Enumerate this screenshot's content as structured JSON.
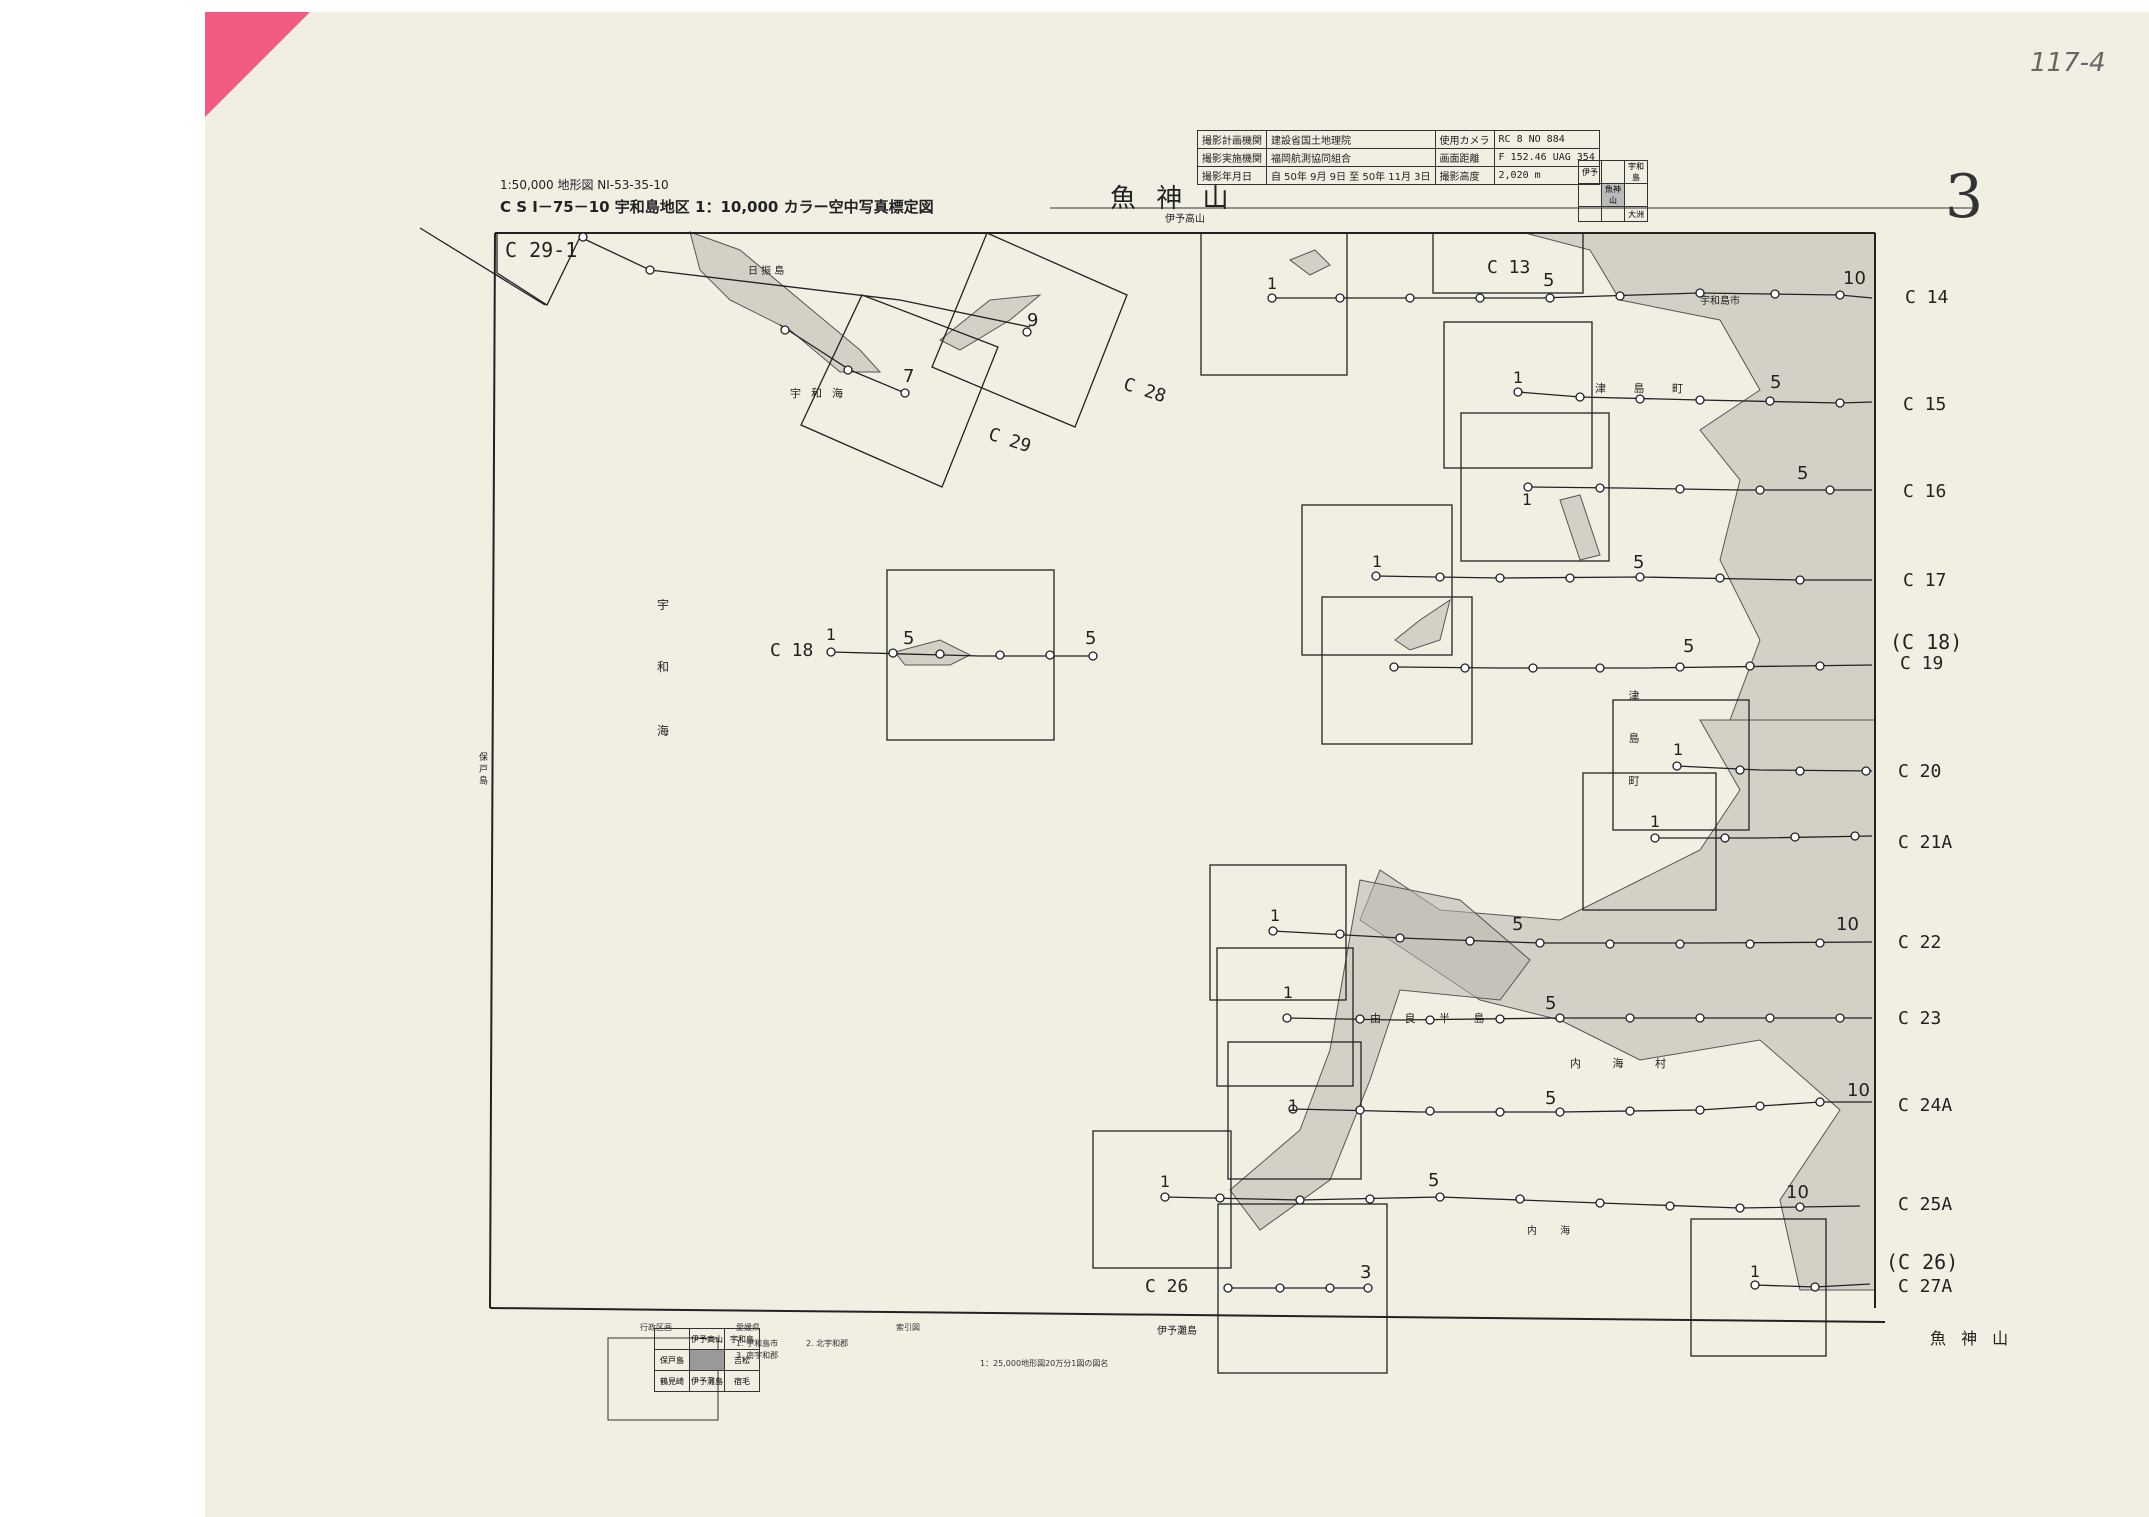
{
  "header": {
    "scale_line": "1:50,000 地形図 NI-53-35-10",
    "title_line": "C S I－75－10 宇和島地区 1：10,000 カラー空中写真標定図",
    "map_name": "魚 神 山",
    "map_subtitle": "伊予高山",
    "sheet_number": "3",
    "handwritten_id": "117-4"
  },
  "info_table": [
    [
      "撮影計画機関",
      "建設省国土地理院",
      "使用カメラ",
      "RC 8 NO 884"
    ],
    [
      "撮影実施機関",
      "福岡航測協同組合",
      "画面距離",
      "F 152.46 UAG 354"
    ],
    [
      "撮影年月日",
      "自 50年 9月 9日 至 50年 11月 3日",
      "撮影高度",
      "2,020 m"
    ]
  ],
  "small_legend": [
    [
      "伊予",
      "",
      "宇和島"
    ],
    [
      "",
      "魚神山",
      ""
    ],
    [
      "",
      "",
      "大洲"
    ]
  ],
  "course_labels": [
    "C 14",
    "C 15",
    "C 16",
    "C 17",
    "(C 18)",
    "C 19",
    "C 20",
    "C 21A",
    "C 22",
    "C 23",
    "C 24A",
    "C 25A",
    "(C 26)",
    "C 27A"
  ],
  "map_labels": {
    "c29_1": "C 29-1",
    "c13": "C 13",
    "c28": "C 28",
    "c29": "C 29",
    "c18": "C 18",
    "c26": "C 26",
    "place_uwa_sea_1": "宇和海",
    "place_uwa_sea_2": "宇",
    "place_uwa_sea_3": "和",
    "place_uwa_sea_4": "海",
    "place_hiburi": "日 振 島",
    "place_tsushima": "津 島 町",
    "place_tsushima_v": "津 島 町",
    "place_uchiumi": "内 海 村",
    "place_yura": "由 良 半 島",
    "place_uchiumi2": "内 海",
    "place_uwajima_city": "宇和島市",
    "place_sakai": "保 戸 島",
    "bottom_name": "魚 神 山",
    "bottom_sheet": "伊予灘島",
    "gyoseikukaku": "行政区画",
    "ehime": "愛媛県",
    "ehime_1": "1. 宇和島市",
    "ehime_2": "2. 北宇和郡",
    "ehime_3": "3. 南宇和郡",
    "sakuin": "索引図",
    "note": "1：25,000地形図20万分1図の図名"
  },
  "index_table": [
    [
      "",
      "伊予高山",
      "宇和島"
    ],
    [
      "保戸島",
      "",
      "吉松"
    ],
    [
      "鶴見崎",
      "伊予灘島",
      "宿毛"
    ]
  ],
  "photo_numbers": {
    "n1": "1",
    "n5": "5",
    "n10": "10",
    "n9": "9",
    "n7": "7",
    "n3": "3"
  },
  "colors": {
    "paper": "#f1efe2",
    "ink": "#222222",
    "corner_tab": "#f25a7f",
    "land": "#b9b8ae"
  }
}
